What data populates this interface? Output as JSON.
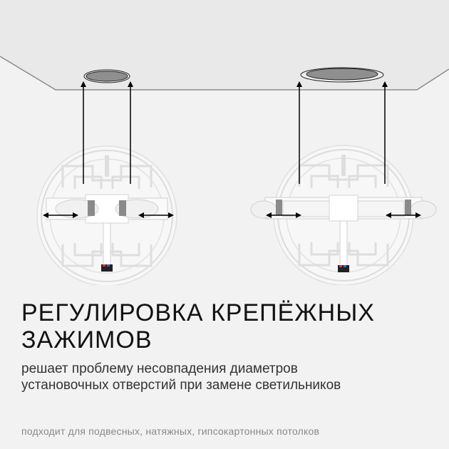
{
  "headline": {
    "line1": "РЕГУЛИРОВКА КРЕПЁЖНЫХ",
    "line2": "ЗАЖИМОВ"
  },
  "subtitle": {
    "line1": "решает проблему несовпадения диаметров",
    "line2": "установочных отверстий при замене светильников"
  },
  "footnote": "подходит для подвесных, натяжных, гипсокартонных потолков",
  "illustration": {
    "ceiling_color": "#e9e9e9",
    "background_color": "#f2f2f2",
    "hole_color": "#8f8f8f",
    "lamps": [
      {
        "name": "small-hole-lamp",
        "clip_state": "retracted"
      },
      {
        "name": "large-hole-lamp",
        "clip_state": "extended"
      }
    ]
  }
}
